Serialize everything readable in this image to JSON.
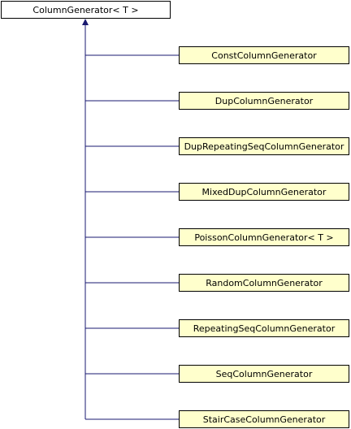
{
  "base_class": {
    "label": "ColumnGenerator< T >"
  },
  "derived_classes": [
    {
      "label": "ConstColumnGenerator"
    },
    {
      "label": "DupColumnGenerator"
    },
    {
      "label": "DupRepeatingSeqColumnGenerator"
    },
    {
      "label": "MixedDupColumnGenerator"
    },
    {
      "label": "PoissonColumnGenerator< T >"
    },
    {
      "label": "RandomColumnGenerator"
    },
    {
      "label": "RepeatingSeqColumnGenerator"
    },
    {
      "label": "SeqColumnGenerator"
    },
    {
      "label": "StairCaseColumnGenerator"
    }
  ],
  "colors": {
    "edge": "#191970",
    "derived_fill": "#ffffcc",
    "base_fill": "#ffffff"
  }
}
